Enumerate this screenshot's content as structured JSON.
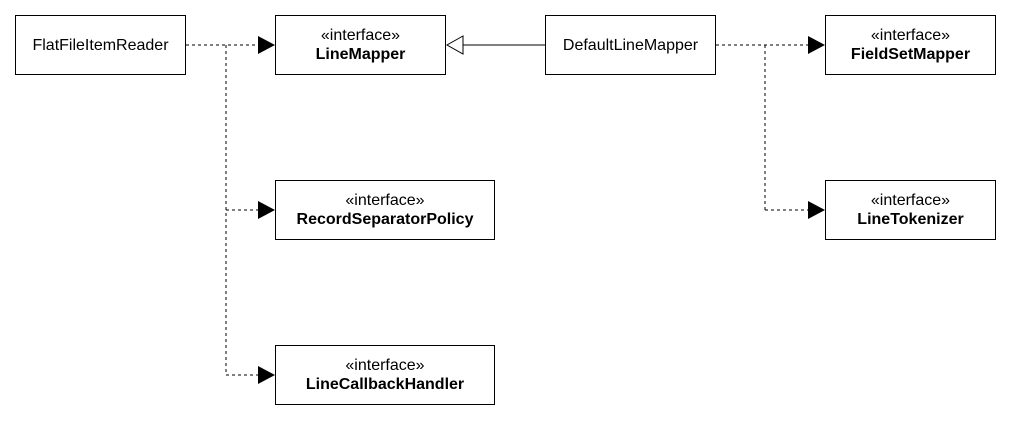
{
  "nodes": {
    "flat_file_item_reader": {
      "name": "FlatFileItemReader"
    },
    "line_mapper": {
      "stereotype": "«interface»",
      "name": "LineMapper"
    },
    "default_line_mapper": {
      "name": "DefaultLineMapper"
    },
    "field_set_mapper": {
      "stereotype": "«interface»",
      "name": "FieldSetMapper"
    },
    "record_separator_policy": {
      "stereotype": "«interface»",
      "name": "RecordSeparatorPolicy"
    },
    "line_tokenizer": {
      "stereotype": "«interface»",
      "name": "LineTokenizer"
    },
    "line_callback_handler": {
      "stereotype": "«interface»",
      "name": "LineCallbackHandler"
    }
  },
  "edges": [
    {
      "from": "FlatFileItemReader",
      "to": "LineMapper",
      "kind": "dependency"
    },
    {
      "from": "FlatFileItemReader",
      "to": "RecordSeparatorPolicy",
      "kind": "dependency"
    },
    {
      "from": "FlatFileItemReader",
      "to": "LineCallbackHandler",
      "kind": "dependency"
    },
    {
      "from": "DefaultLineMapper",
      "to": "LineMapper",
      "kind": "realization"
    },
    {
      "from": "DefaultLineMapper",
      "to": "FieldSetMapper",
      "kind": "dependency"
    },
    {
      "from": "DefaultLineMapper",
      "to": "LineTokenizer",
      "kind": "dependency"
    }
  ],
  "colors": {
    "line": "#000000",
    "background": "#ffffff"
  }
}
